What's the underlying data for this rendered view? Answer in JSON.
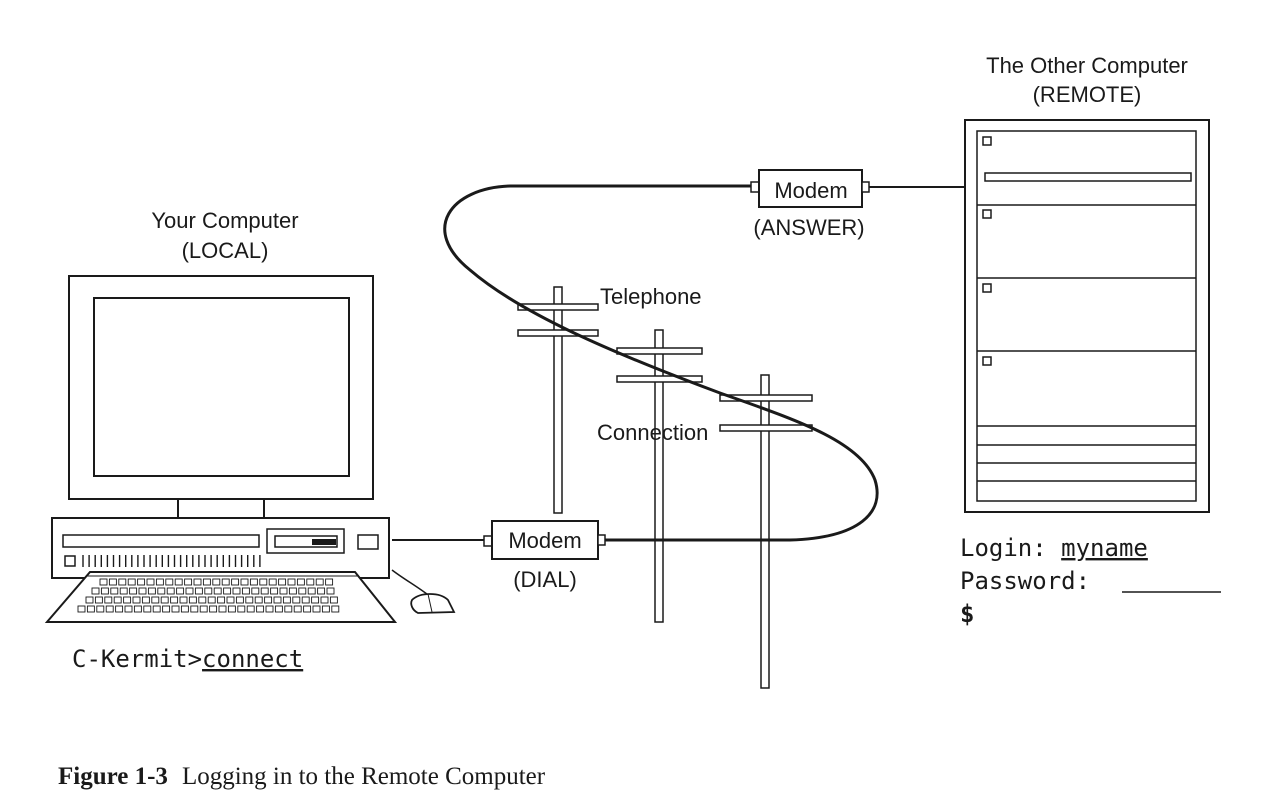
{
  "local": {
    "title": "Your Computer",
    "subtitle": "(LOCAL)",
    "prompt_prefix": "C-Kermit>",
    "prompt_command": "connect"
  },
  "remote": {
    "title": "The Other Computer",
    "subtitle": "(REMOTE)",
    "login_label": "Login: ",
    "login_value": "myname",
    "password_label": "Password: ",
    "shell_prompt": "$"
  },
  "modem_dial": {
    "label": "Modem",
    "mode": "(DIAL)"
  },
  "modem_answer": {
    "label": "Modem",
    "mode": "(ANSWER)"
  },
  "telephone": {
    "label_top": "Telephone",
    "label_bottom": "Connection"
  },
  "caption": {
    "number": "Figure 1-3",
    "text": "Logging in to the Remote Computer"
  }
}
